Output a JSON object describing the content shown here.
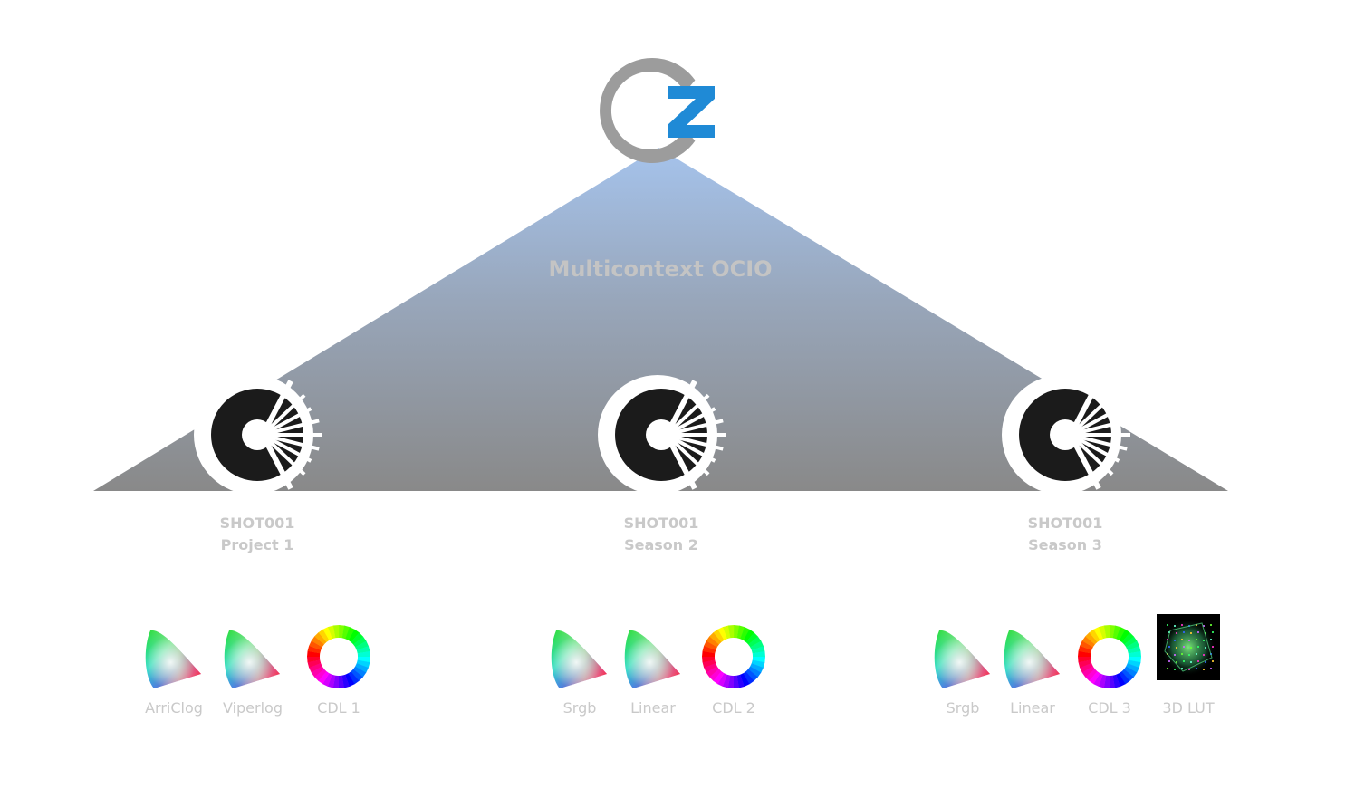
{
  "diagram": {
    "title": "Multicontext OCIO",
    "logo": {
      "icon": "cz-logo-icon",
      "letter": "Z",
      "ring_color": "#9c9c9c",
      "letter_color": "#1f8ad6"
    },
    "pyramid": {
      "top_color": "#a5c3ec",
      "bottom_color": "#898989"
    },
    "nodes": [
      {
        "id": "node1",
        "icon": "ocio-logo-icon",
        "line1": "SHOT001",
        "line2": "Project 1"
      },
      {
        "id": "node2",
        "icon": "ocio-logo-icon",
        "line1": "SHOT001",
        "line2": "Season 2"
      },
      {
        "id": "node3",
        "icon": "ocio-logo-icon",
        "line1": "SHOT001",
        "line2": "Season 3"
      }
    ],
    "groups": [
      {
        "node": "node1",
        "items": [
          {
            "label": "ArriClog",
            "icon": "gamut-triangle-icon"
          },
          {
            "label": "Viperlog",
            "icon": "gamut-triangle-icon"
          },
          {
            "label": "CDL 1",
            "icon": "color-wheel-icon"
          }
        ]
      },
      {
        "node": "node2",
        "items": [
          {
            "label": "Srgb",
            "icon": "gamut-triangle-icon"
          },
          {
            "label": "Linear",
            "icon": "gamut-triangle-icon"
          },
          {
            "label": "CDL 2",
            "icon": "color-wheel-icon"
          }
        ]
      },
      {
        "node": "node3",
        "items": [
          {
            "label": "Srgb",
            "icon": "gamut-triangle-icon"
          },
          {
            "label": "Linear",
            "icon": "gamut-triangle-icon"
          },
          {
            "label": "CDL 3",
            "icon": "color-wheel-icon"
          },
          {
            "label": "3D LUT",
            "icon": "lut-cube-icon"
          }
        ]
      }
    ]
  }
}
